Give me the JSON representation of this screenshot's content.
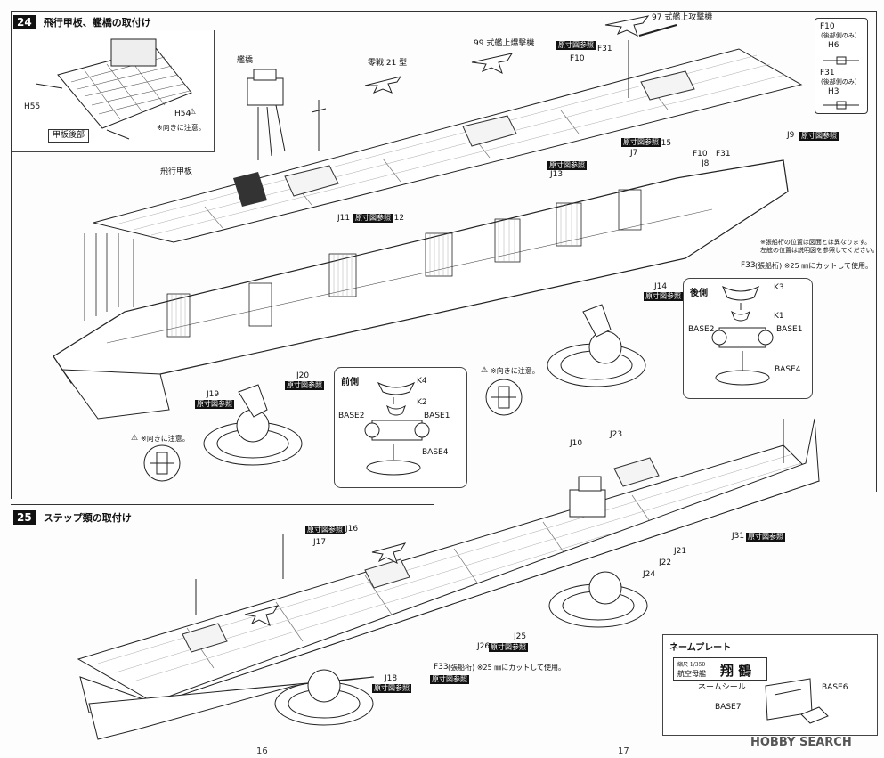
{
  "step24": {
    "number": "24",
    "title": "飛行甲板、艦橋の取付け",
    "deck_rear_label": "甲板後部",
    "h55": "H55",
    "h54": "H54",
    "orientation_note": "※向きに注意。",
    "bridge_label": "艦橋",
    "zero_label": "零戦 21 型",
    "type99_label": "99 式艦上爆撃機",
    "type97_label": "97 式艦上攻撃機",
    "flight_deck_label": "飛行甲板",
    "parts": {
      "f31": "F31",
      "f10": "F10",
      "j15": "J15",
      "j9": "J9",
      "j7": "J7",
      "j8": "J8",
      "f10b": "F10",
      "f31b": "F31",
      "j13": "J13",
      "j11": "J11",
      "j12": "J12",
      "j14": "J14",
      "j20": "J20",
      "j19": "J19",
      "f33": "F33"
    },
    "ref_tag": "原寸図参照",
    "f33_note": "(張船桁) ※25 ㎜にカットして使用。",
    "position_note_1": "※張船桁の位置は図面とは異なります。",
    "position_note_2": "左舷の位置は説明図を参照してください。",
    "legend": {
      "f10": "F10",
      "f10_sub": "(後部側のみ)",
      "h6": "H6",
      "f31": "F31",
      "f31_sub": "(後部側のみ)",
      "h3": "H3"
    },
    "front_stand": {
      "title": "前側",
      "k4": "K4",
      "k2": "K2",
      "base2": "BASE2",
      "base1": "BASE1",
      "base4": "BASE4"
    },
    "rear_stand": {
      "title": "後側",
      "k3": "K3",
      "k1": "K1",
      "base2": "BASE2",
      "base1": "BASE1",
      "base4": "BASE4"
    }
  },
  "step25": {
    "number": "25",
    "title": "ステップ類の取付け",
    "parts": {
      "j10": "J10",
      "j23": "J23",
      "j16": "J16",
      "j17": "J17",
      "j31": "J31",
      "j21": "J21",
      "j22": "J22",
      "j24": "J24",
      "j25": "J25",
      "j26": "J26",
      "j18": "J18",
      "f33": "F33"
    },
    "ref_tag": "原寸図参照",
    "f33_note": "(張船桁) ※25 ㎜にカットして使用。"
  },
  "nameplate": {
    "title": "ネームプレート",
    "scale": "縮尺 1/350",
    "ship_type": "航空母艦",
    "ship_name": "翔 鶴",
    "sticker_label": "ネームシール",
    "base6": "BASE6",
    "base7": "BASE7"
  },
  "footer": {
    "page_left": "16",
    "page_right": "17",
    "watermark": "HOBBY SEARCH"
  }
}
